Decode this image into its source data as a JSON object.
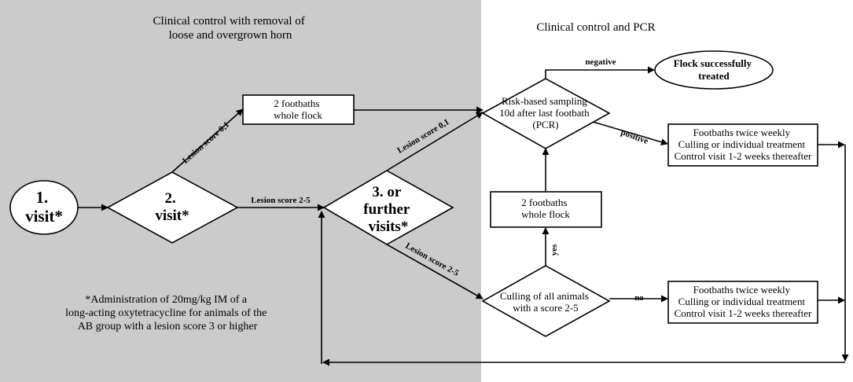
{
  "regions": {
    "left_title_line1": "Clinical control with removal of",
    "left_title_line2": "loose and overgrown horn",
    "right_title": "Clinical control and PCR"
  },
  "nodes": {
    "visit1_line1": "1.",
    "visit1_line2": "visit*",
    "visit2_line1": "2.",
    "visit2_line2": "visit*",
    "visit3_line1": "3. or",
    "visit3_line2": "further",
    "visit3_line3": "visits*",
    "footbath_top_line1": "2 footbaths",
    "footbath_top_line2": "whole flock",
    "footbath_mid_line1": "2 footbaths",
    "footbath_mid_line2": "whole flock",
    "sampling_line1": "Risk-based sampling",
    "sampling_line2": "10d after last footbath",
    "sampling_line3": "(PCR)",
    "success_line1": "Flock successfully",
    "success_line2": "treated",
    "culling_line1": "Culling of all animals",
    "culling_line2": "with a score 2-5",
    "treat_top_line1": "Footbaths twice weekly",
    "treat_top_line2": "Culling or individual treatment",
    "treat_top_line3": "Control visit 1-2 weeks thereafter",
    "treat_bottom_line1": "Footbaths twice weekly",
    "treat_bottom_line2": "Culling or individual treatment",
    "treat_bottom_line3": "Control visit 1-2 weeks thereafter"
  },
  "edges": {
    "lesion_01_a": "Lesion score 0,1",
    "lesion_25_a": "Lesion score 2-5",
    "lesion_01_b": "Lesion score 0,1",
    "lesion_25_b": "Lesion score 2-5",
    "negative": "negative",
    "positive": "positive",
    "yes": "yes",
    "no": "no"
  },
  "footnote": {
    "line1": "*Administration of 20mg/kg IM of a",
    "line2": "long-acting oxytetracycline for animals of the",
    "line3": "AB group with a lesion score 3 or higher"
  },
  "colors": {
    "left_region": "#cbcbcb",
    "right_region": "#ffffff",
    "stroke": "#000000"
  }
}
